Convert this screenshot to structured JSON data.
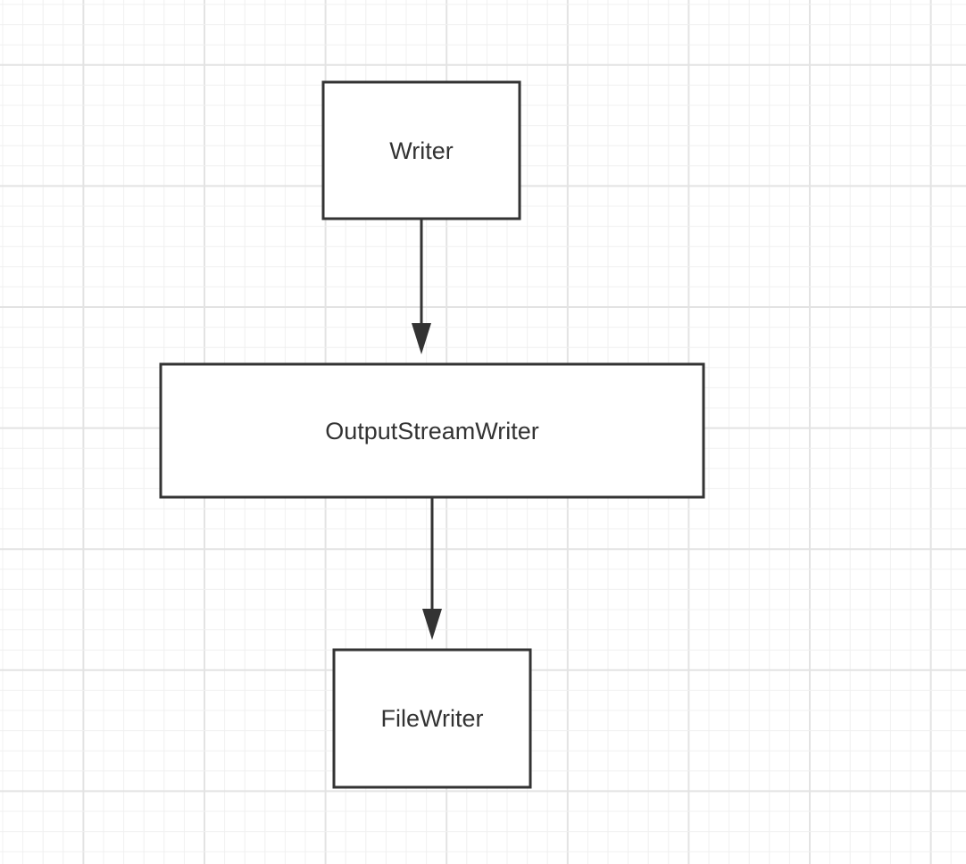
{
  "diagram": {
    "nodes": [
      {
        "id": "writer",
        "label": "Writer"
      },
      {
        "id": "output_stream_writer",
        "label": "OutputStreamWriter"
      },
      {
        "id": "file_writer",
        "label": "FileWriter"
      }
    ],
    "edges": [
      {
        "from": "writer",
        "to": "output_stream_writer"
      },
      {
        "from": "output_stream_writer",
        "to": "file_writer"
      }
    ]
  },
  "colors": {
    "stroke": "#333333",
    "text": "#333333",
    "background": "#ffffff",
    "grid_minor": "#f0f0f0",
    "grid_major": "#e3e3e3"
  }
}
